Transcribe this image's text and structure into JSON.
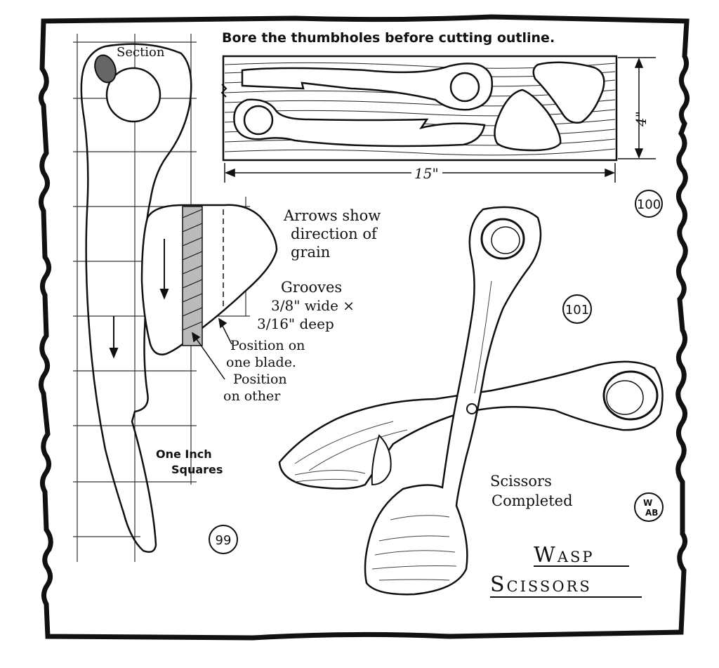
{
  "fig100": {
    "instruction": "Bore the thumbholes before cutting outline.",
    "dim_height": "4\"",
    "dim_width": "15\"",
    "number": "100"
  },
  "fig99": {
    "section_label": "Section",
    "arrows_line1": "Arrows show",
    "arrows_line2": "direction of",
    "arrows_line3": "grain",
    "grooves_line1": "Grooves",
    "grooves_line2": "3/8\" wide ×",
    "grooves_line3": "3/16\" deep",
    "pos_one_line1": "Position on",
    "pos_one_line2": "one blade.",
    "pos_other_line1": "Position",
    "pos_other_line2": "on other",
    "squares_line1": "One Inch",
    "squares_line2": "Squares",
    "number": "99"
  },
  "fig101": {
    "completed_line1": "Scissors",
    "completed_line2": "Completed",
    "number": "101",
    "monogram_top": "W",
    "monogram_bottom": "AB"
  },
  "title": {
    "line1": "Wasp",
    "line2": "Scissors"
  }
}
